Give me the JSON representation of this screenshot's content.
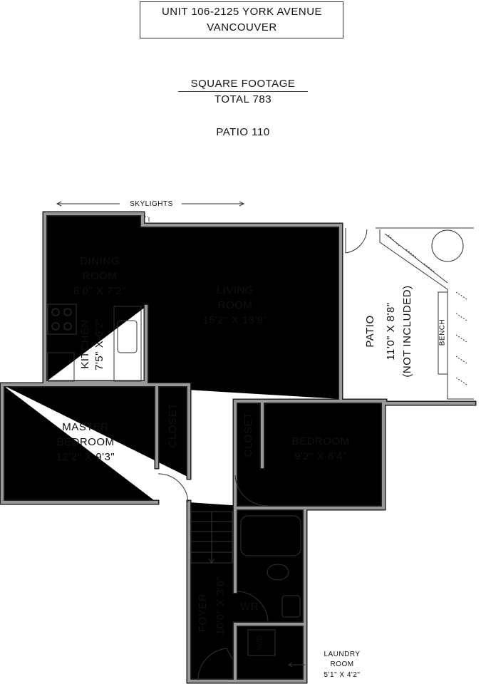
{
  "header": {
    "line1": "UNIT 106-2125 YORK AVENUE",
    "line2": "VANCOUVER"
  },
  "footage": {
    "heading": "SQUARE FOOTAGE",
    "total": "TOTAL 783",
    "patio": "PATIO 110"
  },
  "labels": {
    "skylights": "SKYLIGHTS",
    "bench": "BENCH",
    "closet": "CLOSET",
    "wd": "W/D",
    "wr": "WR"
  },
  "rooms": {
    "dining": {
      "name1": "DINING",
      "name2": "ROOM",
      "size": "8'0\" X 7'2\""
    },
    "living": {
      "name1": "LIVING",
      "name2": "ROOM",
      "size": "15'2\" X 13'9\""
    },
    "kitchen": {
      "name": "KITCHEN",
      "size": "7'5\" X 6'2\""
    },
    "patio": {
      "name": "PATIO",
      "size": "11'0\" X 8'8\"",
      "note": "(NOT INCLUDED)"
    },
    "master": {
      "name1": "MASTER",
      "name2": "BEDROOM",
      "size": "12'2\" X 9'3\""
    },
    "bedroom": {
      "name": "BEDROOM",
      "size": "9'2\" X 8'4\""
    },
    "foyer": {
      "name": "FOYER",
      "size": "10'0\" X 3'6\""
    },
    "laundry": {
      "name1": "LAUNDRY",
      "name2": "ROOM",
      "size": "5'1\" X 4'2\""
    }
  }
}
